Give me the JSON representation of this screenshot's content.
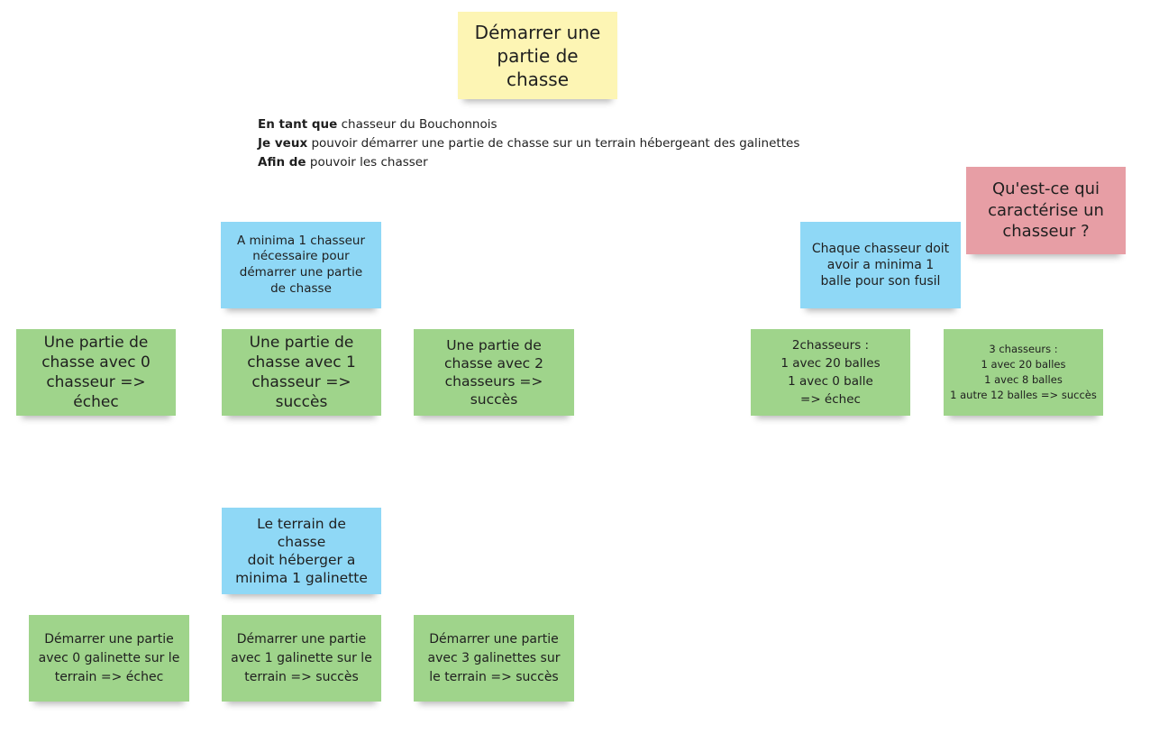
{
  "title_note": {
    "text": "Démarrer une\npartie de chasse"
  },
  "story": {
    "lines": [
      {
        "keyword": "En tant que",
        "text": " chasseur du Bouchonnois"
      },
      {
        "keyword": "Je veux",
        "text": " pouvoir démarrer une partie de chasse sur un terrain hébergeant des galinettes"
      },
      {
        "keyword": "Afin de",
        "text": " pouvoir les chasser"
      }
    ]
  },
  "question_note": {
    "text": "Qu'est-ce qui\ncaractérise un\nchasseur ?"
  },
  "rules": {
    "min_hunter": {
      "text": "A minima 1 chasseur\nnécessaire pour\ndémarrer une partie\nde chasse"
    },
    "ammo": {
      "text": "Chaque chasseur doit\navoir a minima 1\nballe pour son fusil"
    },
    "terrain": {
      "text": "Le terrain de chasse\ndoit héberger a\nminima 1 galinette"
    }
  },
  "examples": {
    "hunters_0": {
      "text": "Une partie de\nchasse avec 0\nchasseur => échec"
    },
    "hunters_1": {
      "text": "Une partie de\nchasse avec 1\nchasseur => succès"
    },
    "hunters_2": {
      "text": "Une partie de\nchasse avec 2\nchasseurs => succès"
    },
    "ammo_2": {
      "text": "2chasseurs :\n1 avec 20 balles\n1 avec 0 balle\n=> échec"
    },
    "ammo_3": {
      "text": "3 chasseurs :\n1 avec 20 balles\n1 avec 8 balles\n1 autre 12 balles => succès"
    },
    "galinette_0": {
      "text": "Démarrer une partie\navec 0 galinette sur le\nterrain => échec"
    },
    "galinette_1": {
      "text": "Démarrer une partie\navec 1 galinette sur le\nterrain => succès"
    },
    "galinette_3": {
      "text": "Démarrer une partie\navec 3 galinettes sur\nle terrain => succès"
    }
  },
  "colors": {
    "title": "#fdf5b4",
    "rule": "#8fd8f6",
    "example": "#9fd48b",
    "question": "#e79ea5"
  }
}
